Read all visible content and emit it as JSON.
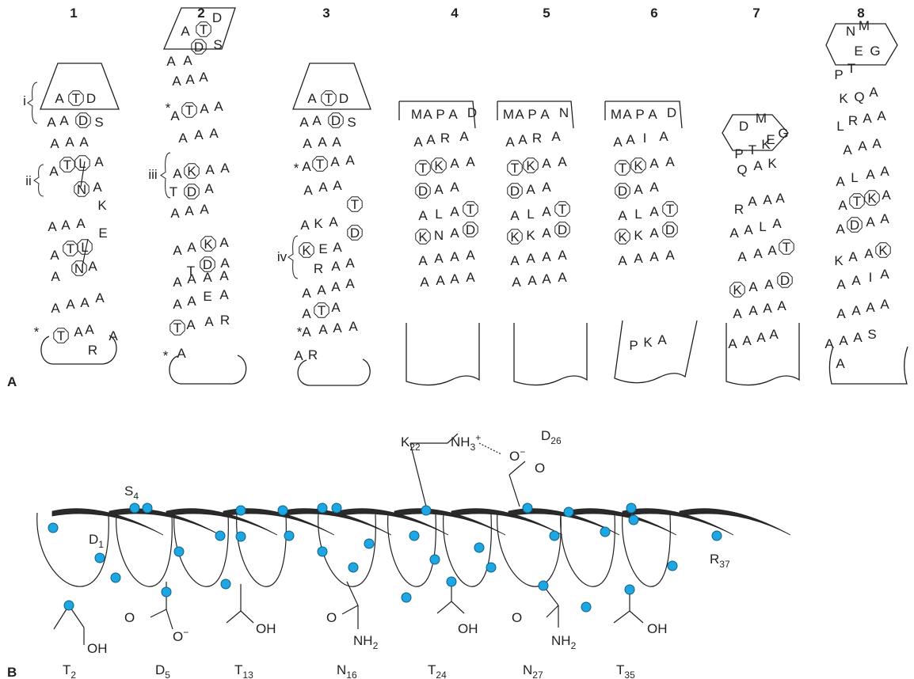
{
  "panel_labels": {
    "a": "A",
    "b": "B"
  },
  "colors": {
    "ink": "#231f20",
    "helix_fill": "#2a2a2a",
    "atom_fill": "#1ea6e3",
    "atom_stroke": "#0f5f86"
  },
  "columns": [
    {
      "id": "1",
      "label": "1",
      "segment_labels": [
        "i",
        "ii"
      ],
      "asterisks": 1
    },
    {
      "id": "2",
      "label": "2",
      "segment_labels": [
        "iii"
      ],
      "asterisks": 2
    },
    {
      "id": "3",
      "label": "3",
      "segment_labels": [
        "iv"
      ],
      "asterisks": 2
    },
    {
      "id": "4",
      "label": "4",
      "segment_labels": [],
      "asterisks": 0
    },
    {
      "id": "5",
      "label": "5",
      "segment_labels": [],
      "asterisks": 0
    },
    {
      "id": "6",
      "label": "6",
      "segment_labels": [],
      "asterisks": 0
    },
    {
      "id": "7",
      "label": "7",
      "segment_labels": [],
      "asterisks": 0
    },
    {
      "id": "8",
      "label": "8",
      "segment_labels": [],
      "asterisks": 0
    }
  ],
  "sequences": {
    "1": [
      "A",
      "T",
      "D",
      "A",
      "A",
      "D",
      "S",
      "A",
      "A",
      "A",
      "A",
      "T",
      "L",
      "A",
      "N",
      "A",
      "A",
      "A",
      "A",
      "K",
      "A",
      "T",
      "L",
      "E",
      "A",
      "N",
      "A",
      "A",
      "A",
      "A",
      "A",
      "T",
      "A",
      "A",
      "R",
      "A"
    ],
    "2": [
      "A",
      "T",
      "D",
      "A",
      "A",
      "D",
      "S",
      "A",
      "A",
      "A",
      "A",
      "T",
      "A",
      "A",
      "A",
      "A",
      "A",
      "A",
      "K",
      "A",
      "A",
      "T",
      "D",
      "A",
      "A",
      "A",
      "A",
      "A",
      "A",
      "K",
      "A",
      "T",
      "D",
      "A",
      "A",
      "A",
      "A",
      "A",
      "A",
      "A",
      "E",
      "A",
      "T",
      "A",
      "A",
      "R",
      "A"
    ],
    "3": [
      "A",
      "T",
      "D",
      "A",
      "A",
      "D",
      "S",
      "A",
      "A",
      "A",
      "A",
      "T",
      "A",
      "A",
      "A",
      "A",
      "A",
      "A",
      "K",
      "A",
      "T",
      "K",
      "E",
      "A",
      "D",
      "R",
      "A",
      "A",
      "A",
      "A",
      "A",
      "A",
      "A",
      "T",
      "A",
      "A",
      "A",
      "A",
      "A",
      "A",
      "R"
    ],
    "4": [
      "M",
      "A",
      "P",
      "A",
      "D",
      "A",
      "A",
      "R",
      "A",
      "T",
      "K",
      "A",
      "A",
      "D",
      "A",
      "A",
      "A",
      "L",
      "A",
      "T",
      "K",
      "N",
      "A",
      "D",
      "A",
      "A",
      "A",
      "A",
      "A",
      "A",
      "A",
      "A"
    ],
    "5": [
      "M",
      "A",
      "P",
      "A",
      "N",
      "A",
      "A",
      "R",
      "A",
      "T",
      "K",
      "A",
      "A",
      "D",
      "A",
      "A",
      "A",
      "L",
      "A",
      "T",
      "K",
      "K",
      "A",
      "D",
      "A",
      "A",
      "A",
      "A",
      "A",
      "A",
      "A",
      "A"
    ],
    "6": [
      "M",
      "A",
      "P",
      "A",
      "D",
      "A",
      "A",
      "I",
      "A",
      "T",
      "K",
      "A",
      "A",
      "D",
      "A",
      "A",
      "A",
      "L",
      "A",
      "T",
      "K",
      "K",
      "A",
      "D",
      "A",
      "A",
      "A",
      "A",
      "P",
      "K",
      "A"
    ],
    "7": [
      "D",
      "M",
      "E",
      "G",
      "P",
      "T",
      "K",
      "Q",
      "A",
      "K",
      "R",
      "A",
      "A",
      "A",
      "A",
      "A",
      "L",
      "A",
      "A",
      "A",
      "A",
      "T",
      "K",
      "A",
      "A",
      "D",
      "A",
      "A",
      "A",
      "A",
      "A",
      "A",
      "A",
      "A"
    ],
    "8": [
      "N",
      "M",
      "E",
      "G",
      "P",
      "T",
      "K",
      "Q",
      "A",
      "L",
      "R",
      "A",
      "A",
      "A",
      "A",
      "A",
      "A",
      "L",
      "A",
      "A",
      "A",
      "T",
      "K",
      "A",
      "A",
      "D",
      "A",
      "A",
      "K",
      "A",
      "A",
      "K",
      "A",
      "A",
      "I",
      "A",
      "A",
      "A",
      "A",
      "A",
      "A",
      "A",
      "A",
      "S",
      "A"
    ]
  },
  "helix_labels": {
    "S4": {
      "main": "S",
      "sub": "4"
    },
    "D1": {
      "main": "D",
      "sub": "1"
    },
    "K22": {
      "main": "K",
      "sub": "22"
    },
    "NH3": {
      "main": "NH",
      "sub": "3",
      "sup": "+"
    },
    "D26": {
      "main": "D",
      "sub": "26"
    },
    "O_minus_top": {
      "main": "O",
      "sup": "−"
    },
    "O_top": "O",
    "R37": {
      "main": "R",
      "sub": "37"
    },
    "OH": "OH",
    "O": "O",
    "O_minus": {
      "main": "O",
      "sup": "−"
    },
    "NH2": {
      "main": "NH",
      "sub": "2"
    }
  },
  "bottom_labels": [
    {
      "main": "T",
      "sub": "2"
    },
    {
      "main": "D",
      "sub": "5"
    },
    {
      "main": "T",
      "sub": "13"
    },
    {
      "main": "N",
      "sub": "16"
    },
    {
      "main": "T",
      "sub": "24"
    },
    {
      "main": "N",
      "sub": "27"
    },
    {
      "main": "T",
      "sub": "35"
    }
  ]
}
